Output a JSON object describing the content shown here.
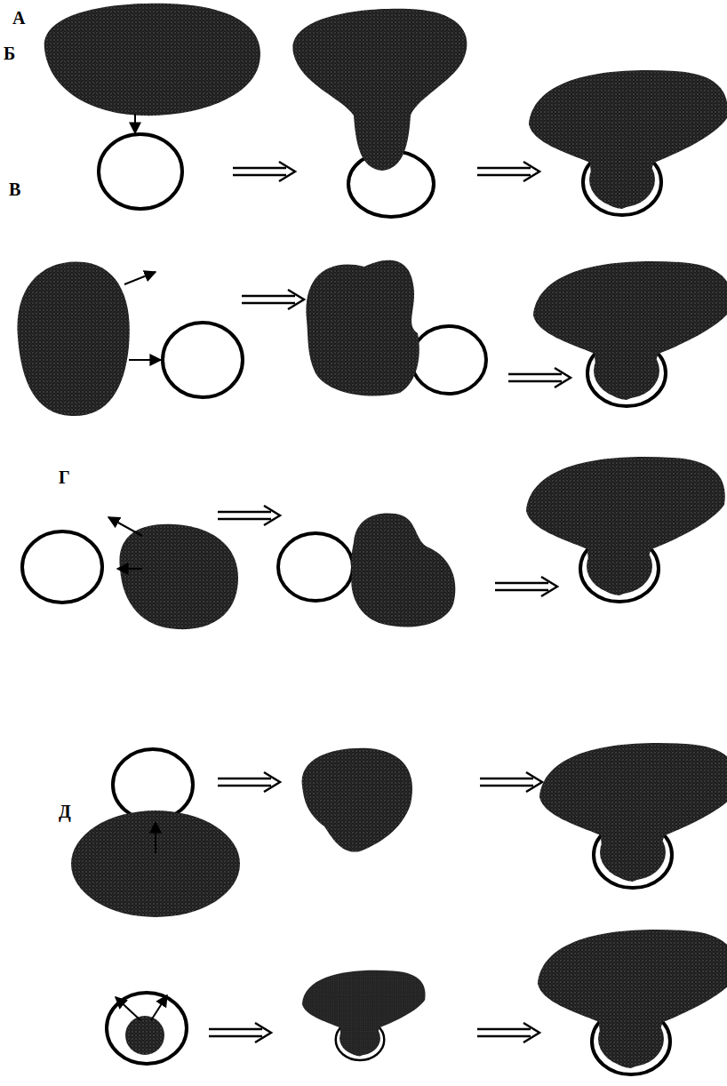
{
  "diagram": {
    "labels": [
      "А",
      "Б",
      "В",
      "Г",
      "Д"
    ]
  }
}
